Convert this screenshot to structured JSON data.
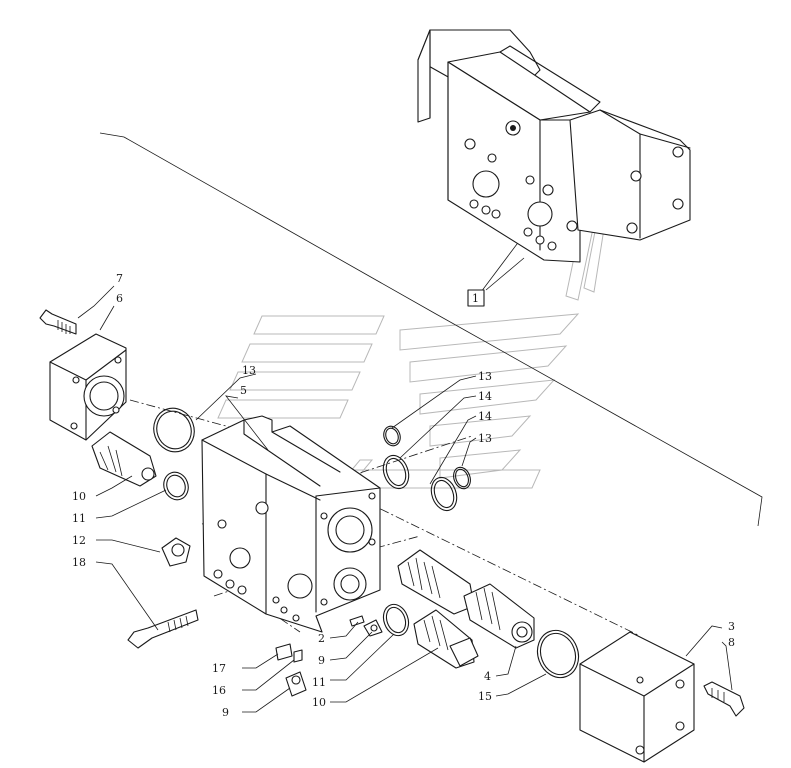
{
  "callouts": {
    "c1": "1",
    "c2": "2",
    "c3": "3",
    "c4": "4",
    "c5": "5",
    "c6": "6",
    "c7": "7",
    "c8": "8",
    "c9a": "9",
    "c9b": "9",
    "c10a": "10",
    "c10b": "10",
    "c11a": "11",
    "c11b": "11",
    "c12": "12",
    "c13a": "13",
    "c13b": "13",
    "c13c": "13",
    "c14a": "14",
    "c14b": "14",
    "c15": "15",
    "c16": "16",
    "c17": "17",
    "c18": "18"
  }
}
